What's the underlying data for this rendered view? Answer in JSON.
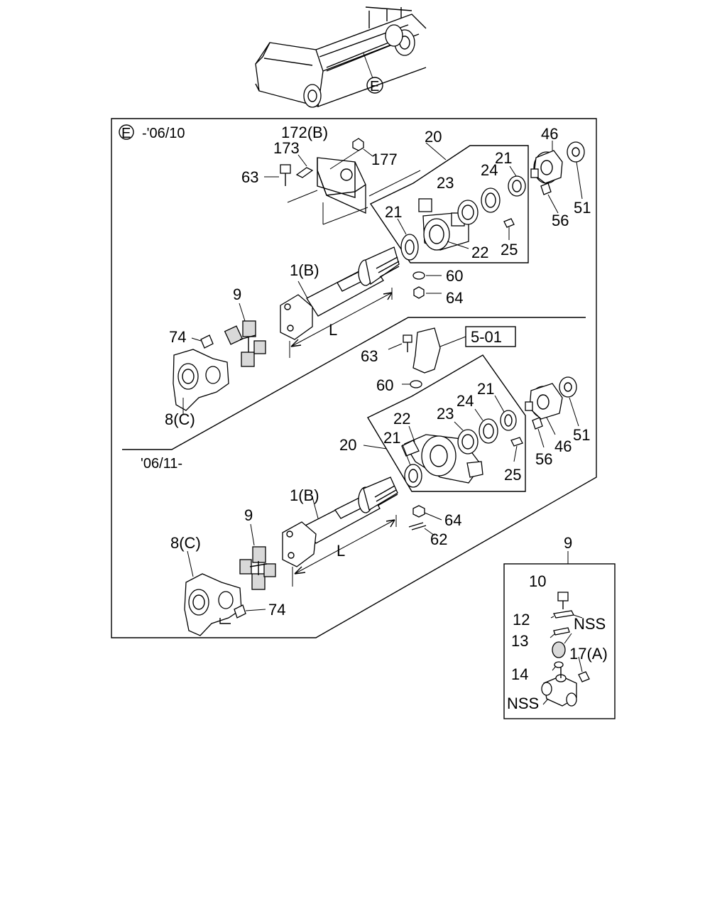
{
  "overview": {
    "callout": "E"
  },
  "section_top": {
    "header_symbol": "E",
    "header_text": "-'06/10"
  },
  "section_bottom": {
    "header_text": "'06/11-",
    "ref_box": "5-01"
  },
  "labels": {
    "p172b": "172(B)",
    "p173": "173",
    "p177": "177",
    "p63": "63",
    "p20": "20",
    "p21a": "21",
    "p21b": "21",
    "p46": "46",
    "p24": "24",
    "p23": "23",
    "p51": "51",
    "p56": "56",
    "p22": "22",
    "p25": "25",
    "p60": "60",
    "p64": "64",
    "p1b": "1(B)",
    "p9": "9",
    "p74": "74",
    "pL": "L",
    "p8c": "8(C)",
    "b63": "63",
    "b60": "60",
    "b22": "22",
    "b23": "23",
    "b24": "24",
    "b21a": "21",
    "b21b": "21",
    "b20": "20",
    "b25": "25",
    "b56": "56",
    "b46": "46",
    "b51": "51",
    "b64": "64",
    "b62": "62",
    "b1b": "1(B)",
    "b9": "9",
    "b8c": "8(C)",
    "bL": "L",
    "b74": "74"
  },
  "detail": {
    "title": "9",
    "p10": "10",
    "p12": "12",
    "nss1": "NSS",
    "p13": "13",
    "p17a": "17(A)",
    "p14": "14",
    "nss2": "NSS"
  }
}
